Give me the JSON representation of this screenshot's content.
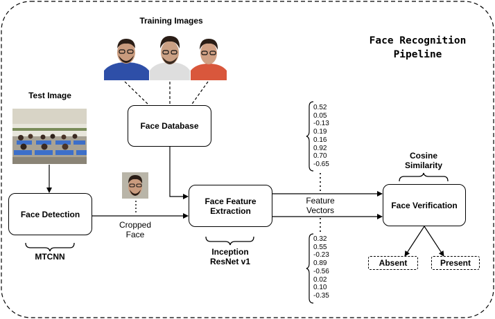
{
  "title_line1": "Face Recognition",
  "title_line2": "Pipeline",
  "training_images_label": "Training Images",
  "test_image_label": "Test Image",
  "nodes": {
    "face_database": "Face Database",
    "face_detection": "Face Detection",
    "feature_extraction_line1": "Face Feature",
    "feature_extraction_line2": "Extraction",
    "face_verification": "Face Verification"
  },
  "annotations": {
    "mtcnn": "MTCNN",
    "inception_line1": "Inception",
    "inception_line2": "ResNet v1",
    "cosine_line1": "Cosine",
    "cosine_line2": "Similarity"
  },
  "edge_labels": {
    "cropped_line1": "Cropped",
    "cropped_line2": "Face",
    "feature_vectors_line1": "Feature",
    "feature_vectors_line2": "Vectors"
  },
  "outcomes": {
    "absent": "Absent",
    "present": "Present"
  },
  "vector_top": [
    "0.52",
    "0.05",
    "-0.13",
    "0.19",
    "0.16",
    "0.92",
    "0.70",
    "-0.65"
  ],
  "vector_bottom": [
    "0.32",
    "0.55",
    "-0.23",
    "0.89",
    "-0.56",
    "0.02",
    "0.10",
    "-0.35"
  ],
  "colors": {
    "stroke": "#000000",
    "shirt_blue": "#2e4fa8",
    "shirt_white": "#dedede",
    "shirt_red": "#d9573c",
    "skin": "#c99b7e",
    "hair": "#2a1d16",
    "classroom_wall": "#e8e6dc",
    "classroom_desk": "#3d6fc9"
  }
}
